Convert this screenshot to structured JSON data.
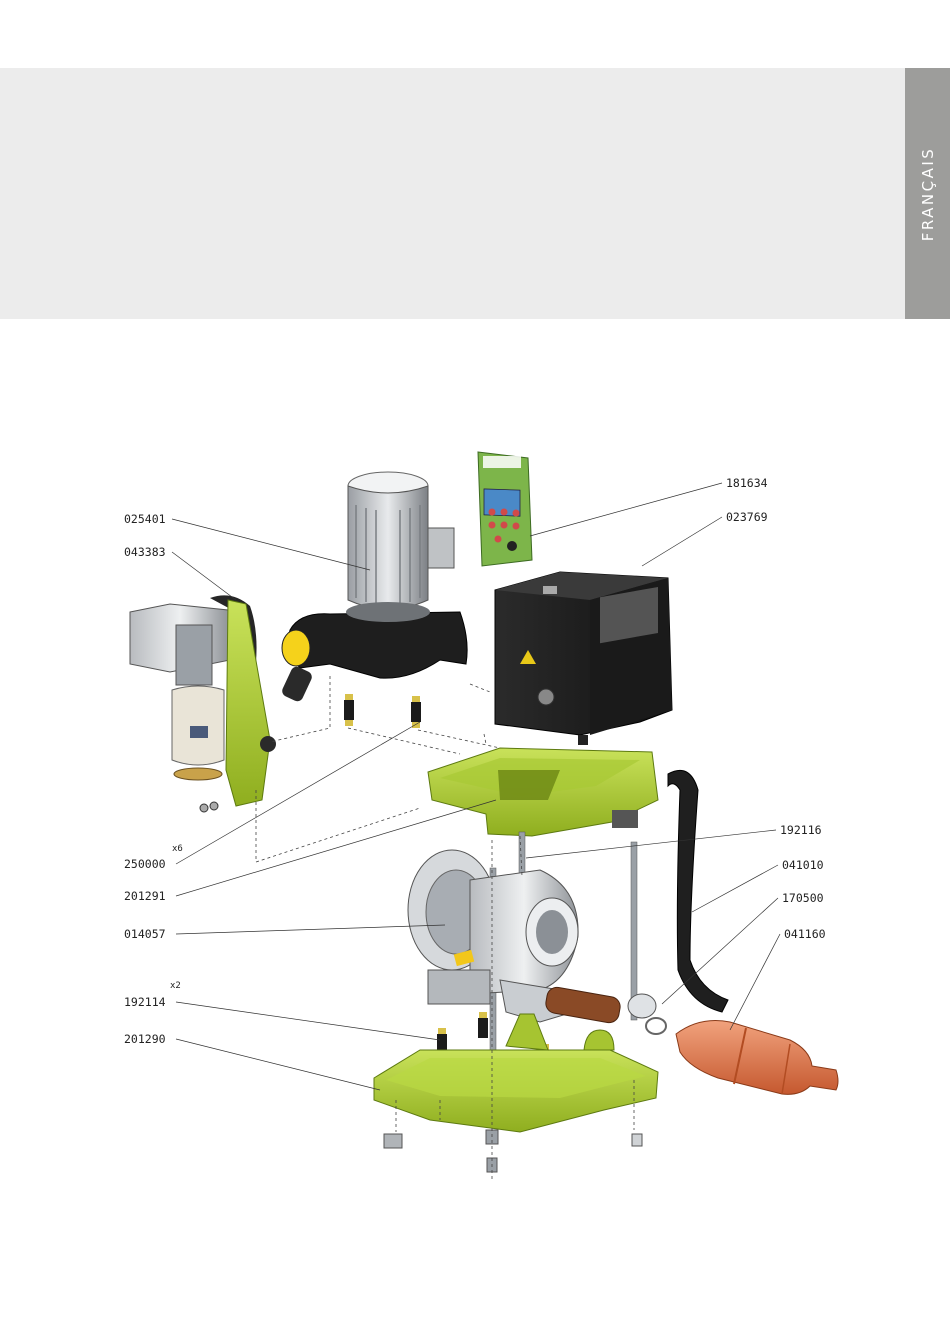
{
  "side_tab": {
    "label": "FRANÇAIS"
  },
  "colors": {
    "banner": "#ececec",
    "side_tab": "#9d9d9b",
    "accent_green": "#b5d636",
    "filter_orange": "#e07a50",
    "housing_black": "#1f1f1f"
  },
  "parts": {
    "p181634": "181634",
    "p023769": "023769",
    "p025401": "025401",
    "p043383": "043383",
    "p250000": "250000",
    "p250000_qty": "x6",
    "p201291": "201291",
    "p192116": "192116",
    "p041010": "041010",
    "p170500": "170500",
    "p014057": "014057",
    "p041160": "041160",
    "p192114": "192114",
    "p192114_qty": "x2",
    "p201290": "201290"
  }
}
